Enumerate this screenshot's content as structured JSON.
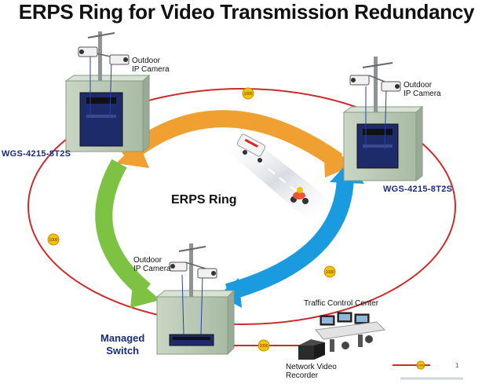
{
  "title": "ERPS Ring for Video Transmission Redundancy",
  "ring_label": "ERPS Ring",
  "cabinets": {
    "left": {
      "camera_label_line1": "Outdoor",
      "camera_label_line2": "IP Camera",
      "switch_model": "WGS-4215-8T2S"
    },
    "right": {
      "camera_label_line1": "Outdoor",
      "camera_label_line2": "IP Camera",
      "switch_model": "WGS-4215-8T2S"
    },
    "bottom": {
      "camera_label_line1": "Outdoor",
      "camera_label_line2": "IP Camera",
      "switch_label_line1": "Managed",
      "switch_label_line2": "Switch"
    }
  },
  "link_badges": [
    "1000",
    "1000",
    "1000",
    "1000"
  ],
  "traffic_control_center": "Traffic Control Center",
  "nvr": {
    "line1": "Network Video",
    "line2": "Recorder"
  },
  "legend": {
    "badge": "1000",
    "note": "1"
  },
  "colors": {
    "ring_line": "#cc2b2b",
    "arrow_orange": "#f0a030",
    "arrow_blue": "#1a9be0",
    "arrow_green": "#7dc242",
    "cabinet": "#b8c9b5",
    "badge": "#f5c400",
    "switch_label": "#1a2c7a"
  }
}
